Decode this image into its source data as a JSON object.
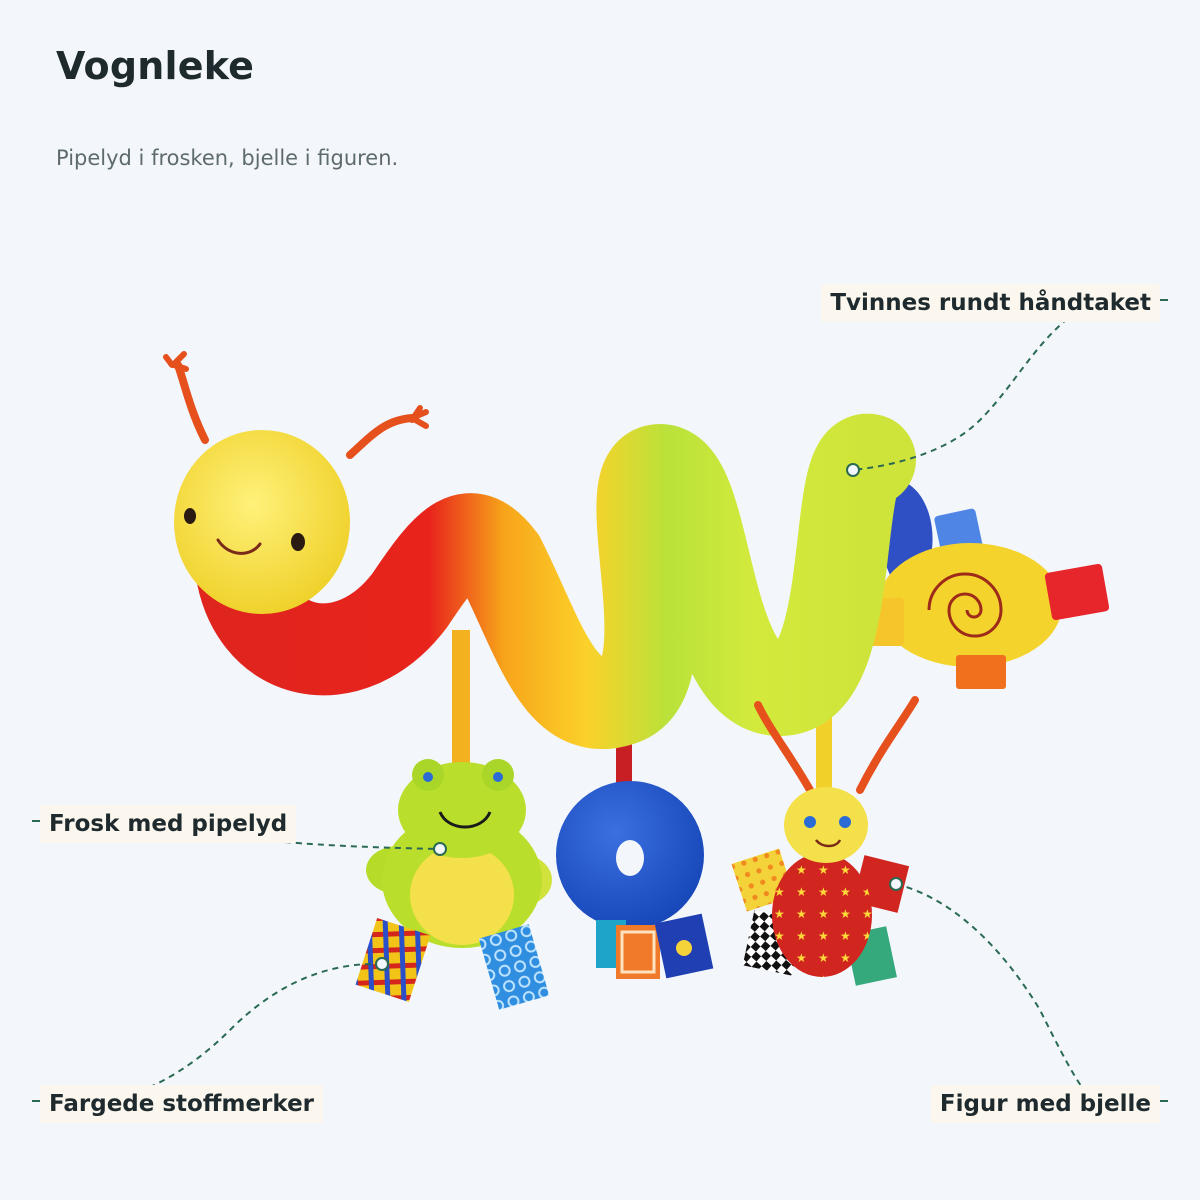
{
  "header": {
    "title": "Vognleke",
    "subtitle": "Pipelyd i frosken, bjelle i figuren."
  },
  "callouts": [
    {
      "id": "handle",
      "label": "Tvinnes rundt håndtaket"
    },
    {
      "id": "frog",
      "label": "Frosk med pipelyd"
    },
    {
      "id": "tags",
      "label": "Fargede stoffmerker"
    },
    {
      "id": "bell",
      "label": "Figur med bjelle"
    }
  ],
  "colors": {
    "background": "#f3f7fc",
    "leader_line": "#2b6a52",
    "label_background": "#fbf7ee",
    "title": "#1e2a2e",
    "subtitle": "#5e6b6e"
  }
}
